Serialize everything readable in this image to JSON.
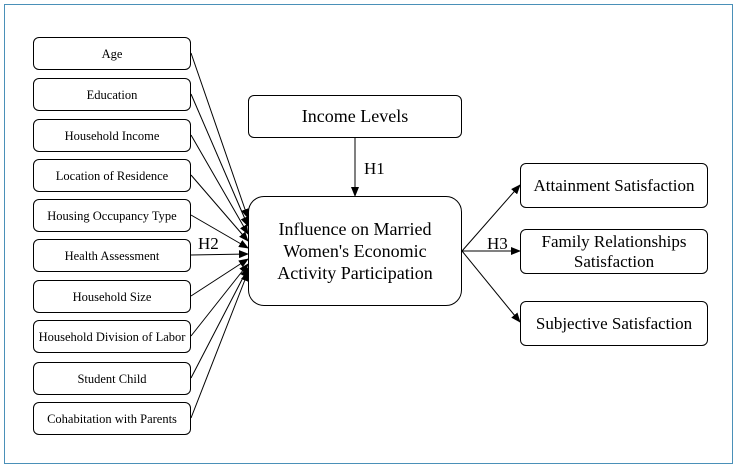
{
  "factors": [
    "Age",
    "Education",
    "Household Income",
    "Location of Residence",
    "Housing Occupancy Type",
    "Health Assessment",
    "Household Size",
    "Household Division of Labor",
    "Student Child",
    "Cohabitation with Parents"
  ],
  "income_levels": "Income Levels",
  "center": "Influence on Married Women's Economic Activity Participation",
  "outcomes": [
    "Attainment Satisfaction",
    "Family Relationships Satisfaction",
    "Subjective Satisfaction"
  ],
  "hypotheses": {
    "h1": "H1",
    "h2": "H2",
    "h3": "H3"
  },
  "colors": {
    "frame": "#4a90b8",
    "line": "#000000",
    "background": "#ffffff"
  }
}
